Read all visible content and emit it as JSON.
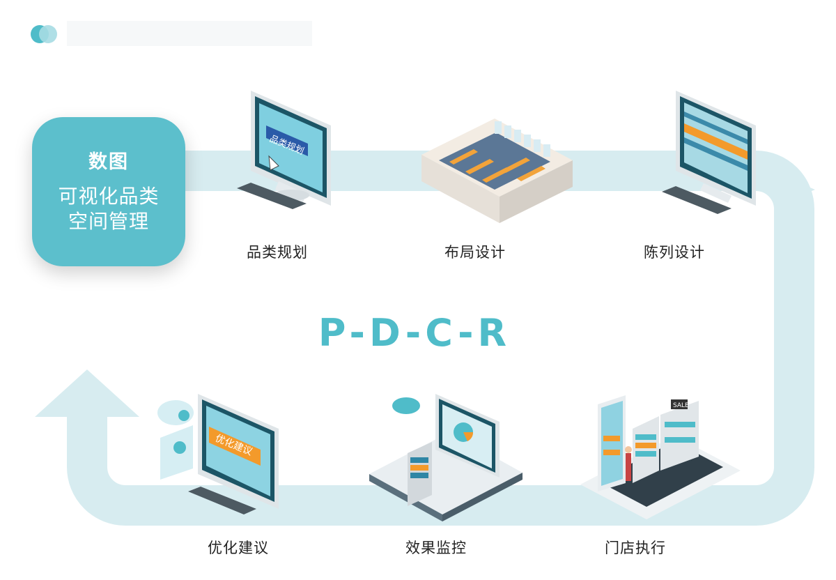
{
  "badge": {
    "brand": "数图",
    "line1": "可视化品类",
    "line2": "空间管理"
  },
  "center_title": "P-D-C-R",
  "steps": {
    "s1": "品类规划",
    "s2": "布局设计",
    "s3": "陈列设计",
    "s4": "优化建议",
    "s5": "效果监控",
    "s6": "门店执行"
  },
  "screen_texts": {
    "planning": "品类规划",
    "optimize": "优化建议",
    "sale_tag": "SALE"
  },
  "colors": {
    "teal": "#4fbcc9",
    "loop": "#d7ecf0",
    "orange": "#f39a2b",
    "monitor": "#2a4a5a"
  },
  "icons": [
    "computer-icon",
    "store-layout-icon",
    "shelf-computer-icon",
    "cloud-gear-computer-icon",
    "monitor-store-icon",
    "phone-store-icon"
  ]
}
